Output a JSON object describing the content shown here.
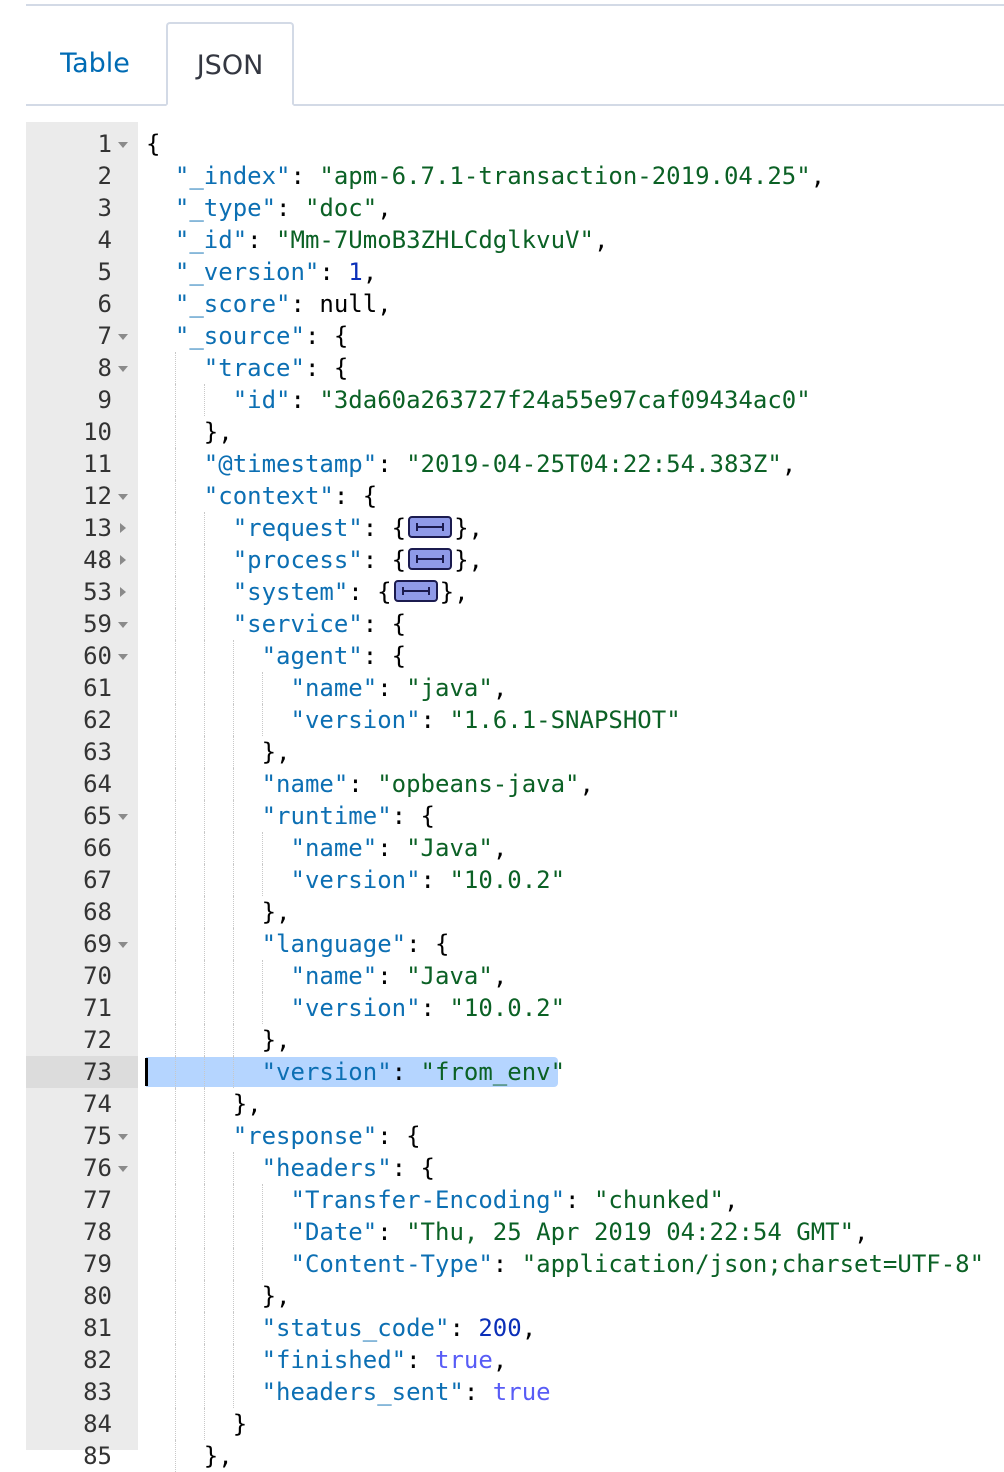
{
  "tabs": [
    {
      "label": "Table",
      "active": false
    },
    {
      "label": "JSON",
      "active": true
    }
  ],
  "colors": {
    "tab_link": "#006bb4",
    "gutter_bg": "#ebebeb",
    "active_line_gutter": "#dcdcdc",
    "selection": "#b5d5ff",
    "key": "#0c6fb3",
    "string": "#0b6125",
    "number": "#0b2fb8",
    "boolean": "#585cf6",
    "fold_widget": "#8f9ae8"
  },
  "editor": {
    "active_line": "73",
    "lines": [
      {
        "n": "1",
        "fold": "open",
        "indent": 0,
        "tokens": [
          {
            "t": "p",
            "v": "{"
          }
        ]
      },
      {
        "n": "2",
        "indent": 1,
        "tokens": [
          {
            "t": "k",
            "v": "\"_index\""
          },
          {
            "t": "p",
            "v": ": "
          },
          {
            "t": "s",
            "v": "\"apm-6.7.1-transaction-2019.04.25\""
          },
          {
            "t": "p",
            "v": ","
          }
        ]
      },
      {
        "n": "3",
        "indent": 1,
        "tokens": [
          {
            "t": "k",
            "v": "\"_type\""
          },
          {
            "t": "p",
            "v": ": "
          },
          {
            "t": "s",
            "v": "\"doc\""
          },
          {
            "t": "p",
            "v": ","
          }
        ]
      },
      {
        "n": "4",
        "indent": 1,
        "tokens": [
          {
            "t": "k",
            "v": "\"_id\""
          },
          {
            "t": "p",
            "v": ": "
          },
          {
            "t": "s",
            "v": "\"Mm-7UmoB3ZHLCdglkvuV\""
          },
          {
            "t": "p",
            "v": ","
          }
        ]
      },
      {
        "n": "5",
        "indent": 1,
        "tokens": [
          {
            "t": "k",
            "v": "\"_version\""
          },
          {
            "t": "p",
            "v": ": "
          },
          {
            "t": "n",
            "v": "1"
          },
          {
            "t": "p",
            "v": ","
          }
        ]
      },
      {
        "n": "6",
        "indent": 1,
        "tokens": [
          {
            "t": "k",
            "v": "\"_score\""
          },
          {
            "t": "p",
            "v": ": null,"
          }
        ]
      },
      {
        "n": "7",
        "fold": "open",
        "indent": 1,
        "tokens": [
          {
            "t": "k",
            "v": "\"_source\""
          },
          {
            "t": "p",
            "v": ": {"
          }
        ]
      },
      {
        "n": "8",
        "fold": "open",
        "indent": 2,
        "tokens": [
          {
            "t": "k",
            "v": "\"trace\""
          },
          {
            "t": "p",
            "v": ": {"
          }
        ]
      },
      {
        "n": "9",
        "indent": 3,
        "tokens": [
          {
            "t": "k",
            "v": "\"id\""
          },
          {
            "t": "p",
            "v": ": "
          },
          {
            "t": "s",
            "v": "\"3da60a263727f24a55e97caf09434ac0\""
          }
        ]
      },
      {
        "n": "10",
        "indent": 2,
        "tokens": [
          {
            "t": "p",
            "v": "},"
          }
        ]
      },
      {
        "n": "11",
        "indent": 2,
        "tokens": [
          {
            "t": "k",
            "v": "\"@timestamp\""
          },
          {
            "t": "p",
            "v": ": "
          },
          {
            "t": "s",
            "v": "\"2019-04-25T04:22:54.383Z\""
          },
          {
            "t": "p",
            "v": ","
          }
        ]
      },
      {
        "n": "12",
        "fold": "open",
        "indent": 2,
        "tokens": [
          {
            "t": "k",
            "v": "\"context\""
          },
          {
            "t": "p",
            "v": ": {"
          }
        ]
      },
      {
        "n": "13",
        "fold": "closed",
        "indent": 3,
        "tokens": [
          {
            "t": "k",
            "v": "\"request\""
          },
          {
            "t": "p",
            "v": ": {"
          },
          {
            "t": "fw",
            "v": ""
          },
          {
            "t": "p",
            "v": "},"
          }
        ]
      },
      {
        "n": "48",
        "fold": "closed",
        "indent": 3,
        "tokens": [
          {
            "t": "k",
            "v": "\"process\""
          },
          {
            "t": "p",
            "v": ": {"
          },
          {
            "t": "fw",
            "v": ""
          },
          {
            "t": "p",
            "v": "},"
          }
        ]
      },
      {
        "n": "53",
        "fold": "closed",
        "indent": 3,
        "tokens": [
          {
            "t": "k",
            "v": "\"system\""
          },
          {
            "t": "p",
            "v": ": {"
          },
          {
            "t": "fw",
            "v": ""
          },
          {
            "t": "p",
            "v": "},"
          }
        ]
      },
      {
        "n": "59",
        "fold": "open",
        "indent": 3,
        "tokens": [
          {
            "t": "k",
            "v": "\"service\""
          },
          {
            "t": "p",
            "v": ": {"
          }
        ]
      },
      {
        "n": "60",
        "fold": "open",
        "indent": 4,
        "tokens": [
          {
            "t": "k",
            "v": "\"agent\""
          },
          {
            "t": "p",
            "v": ": {"
          }
        ]
      },
      {
        "n": "61",
        "indent": 5,
        "tokens": [
          {
            "t": "k",
            "v": "\"name\""
          },
          {
            "t": "p",
            "v": ": "
          },
          {
            "t": "s",
            "v": "\"java\""
          },
          {
            "t": "p",
            "v": ","
          }
        ]
      },
      {
        "n": "62",
        "indent": 5,
        "tokens": [
          {
            "t": "k",
            "v": "\"version\""
          },
          {
            "t": "p",
            "v": ": "
          },
          {
            "t": "s",
            "v": "\"1.6.1-SNAPSHOT\""
          }
        ]
      },
      {
        "n": "63",
        "indent": 4,
        "tokens": [
          {
            "t": "p",
            "v": "},"
          }
        ]
      },
      {
        "n": "64",
        "indent": 4,
        "tokens": [
          {
            "t": "k",
            "v": "\"name\""
          },
          {
            "t": "p",
            "v": ": "
          },
          {
            "t": "s",
            "v": "\"opbeans-java\""
          },
          {
            "t": "p",
            "v": ","
          }
        ]
      },
      {
        "n": "65",
        "fold": "open",
        "indent": 4,
        "tokens": [
          {
            "t": "k",
            "v": "\"runtime\""
          },
          {
            "t": "p",
            "v": ": {"
          }
        ]
      },
      {
        "n": "66",
        "indent": 5,
        "tokens": [
          {
            "t": "k",
            "v": "\"name\""
          },
          {
            "t": "p",
            "v": ": "
          },
          {
            "t": "s",
            "v": "\"Java\""
          },
          {
            "t": "p",
            "v": ","
          }
        ]
      },
      {
        "n": "67",
        "indent": 5,
        "tokens": [
          {
            "t": "k",
            "v": "\"version\""
          },
          {
            "t": "p",
            "v": ": "
          },
          {
            "t": "s",
            "v": "\"10.0.2\""
          }
        ]
      },
      {
        "n": "68",
        "indent": 4,
        "tokens": [
          {
            "t": "p",
            "v": "},"
          }
        ]
      },
      {
        "n": "69",
        "fold": "open",
        "indent": 4,
        "tokens": [
          {
            "t": "k",
            "v": "\"language\""
          },
          {
            "t": "p",
            "v": ": {"
          }
        ]
      },
      {
        "n": "70",
        "indent": 5,
        "tokens": [
          {
            "t": "k",
            "v": "\"name\""
          },
          {
            "t": "p",
            "v": ": "
          },
          {
            "t": "s",
            "v": "\"Java\""
          },
          {
            "t": "p",
            "v": ","
          }
        ]
      },
      {
        "n": "71",
        "indent": 5,
        "tokens": [
          {
            "t": "k",
            "v": "\"version\""
          },
          {
            "t": "p",
            "v": ": "
          },
          {
            "t": "s",
            "v": "\"10.0.2\""
          }
        ]
      },
      {
        "n": "72",
        "indent": 4,
        "tokens": [
          {
            "t": "p",
            "v": "},"
          }
        ]
      },
      {
        "n": "73",
        "indent": 4,
        "selected": true,
        "tokens": [
          {
            "t": "k",
            "v": "\"version\""
          },
          {
            "t": "p",
            "v": ": "
          },
          {
            "t": "s",
            "v": "\"from_env\""
          }
        ]
      },
      {
        "n": "74",
        "indent": 3,
        "tokens": [
          {
            "t": "p",
            "v": "},"
          }
        ]
      },
      {
        "n": "75",
        "fold": "open",
        "indent": 3,
        "tokens": [
          {
            "t": "k",
            "v": "\"response\""
          },
          {
            "t": "p",
            "v": ": {"
          }
        ]
      },
      {
        "n": "76",
        "fold": "open",
        "indent": 4,
        "tokens": [
          {
            "t": "k",
            "v": "\"headers\""
          },
          {
            "t": "p",
            "v": ": {"
          }
        ]
      },
      {
        "n": "77",
        "indent": 5,
        "tokens": [
          {
            "t": "k",
            "v": "\"Transfer-Encoding\""
          },
          {
            "t": "p",
            "v": ": "
          },
          {
            "t": "s",
            "v": "\"chunked\""
          },
          {
            "t": "p",
            "v": ","
          }
        ]
      },
      {
        "n": "78",
        "indent": 5,
        "tokens": [
          {
            "t": "k",
            "v": "\"Date\""
          },
          {
            "t": "p",
            "v": ": "
          },
          {
            "t": "s",
            "v": "\"Thu, 25 Apr 2019 04:22:54 GMT\""
          },
          {
            "t": "p",
            "v": ","
          }
        ]
      },
      {
        "n": "79",
        "indent": 5,
        "tokens": [
          {
            "t": "k",
            "v": "\"Content-Type\""
          },
          {
            "t": "p",
            "v": ": "
          },
          {
            "t": "s",
            "v": "\"application/json;charset=UTF-8\""
          }
        ]
      },
      {
        "n": "80",
        "indent": 4,
        "tokens": [
          {
            "t": "p",
            "v": "},"
          }
        ]
      },
      {
        "n": "81",
        "indent": 4,
        "tokens": [
          {
            "t": "k",
            "v": "\"status_code\""
          },
          {
            "t": "p",
            "v": ": "
          },
          {
            "t": "n",
            "v": "200"
          },
          {
            "t": "p",
            "v": ","
          }
        ]
      },
      {
        "n": "82",
        "indent": 4,
        "tokens": [
          {
            "t": "k",
            "v": "\"finished\""
          },
          {
            "t": "p",
            "v": ": "
          },
          {
            "t": "b",
            "v": "true"
          },
          {
            "t": "p",
            "v": ","
          }
        ]
      },
      {
        "n": "83",
        "indent": 4,
        "tokens": [
          {
            "t": "k",
            "v": "\"headers_sent\""
          },
          {
            "t": "p",
            "v": ": "
          },
          {
            "t": "b",
            "v": "true"
          }
        ]
      },
      {
        "n": "84",
        "indent": 3,
        "tokens": [
          {
            "t": "p",
            "v": "}"
          }
        ]
      },
      {
        "n": "85",
        "indent": 2,
        "tokens": [
          {
            "t": "p",
            "v": "},"
          }
        ]
      }
    ]
  }
}
